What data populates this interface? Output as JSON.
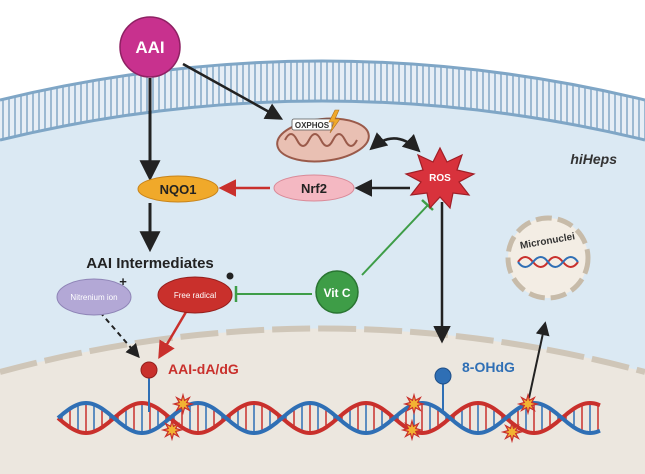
{
  "nodes": {
    "aai": "AAI",
    "oxphos": "OXPHOS",
    "ros": "ROS",
    "nrf2": "Nrf2",
    "nqo1": "NQO1",
    "cell_label": "hiHeps",
    "intermediates": "AAI Intermediates",
    "charge_plus": "+",
    "nitrenium": "Nitrenium ion",
    "free_radical": "Free radical",
    "vitc": "Vit C",
    "micronuclei": "Micronuclei",
    "adduct": "AAI-dA/dG",
    "ohdg": "8-OHdG"
  },
  "colors": {
    "aai_fill": "#c8318e",
    "ros_fill": "#d8323c",
    "pink_fill": "#f4b8c2",
    "nqo1_fill": "#f0a92a",
    "vitc_fill": "#3e9d47",
    "nitrenium_fill": "#b3a8d6",
    "radical_fill": "#c9302c",
    "adduct_text": "#c9302c",
    "ohdg_text": "#2f6fb5",
    "cytoplasm": "#dbe9f3",
    "nucleus": "#ece7df",
    "membrane": "#8fb3d0",
    "dna_red": "#c9302c",
    "dna_blue": "#2f6fb5"
  },
  "icons": [
    "mitochondrion-icon",
    "lightning-icon",
    "dna-helix-icon",
    "lesion-star-icon",
    "cycle-arrows-icon"
  ]
}
